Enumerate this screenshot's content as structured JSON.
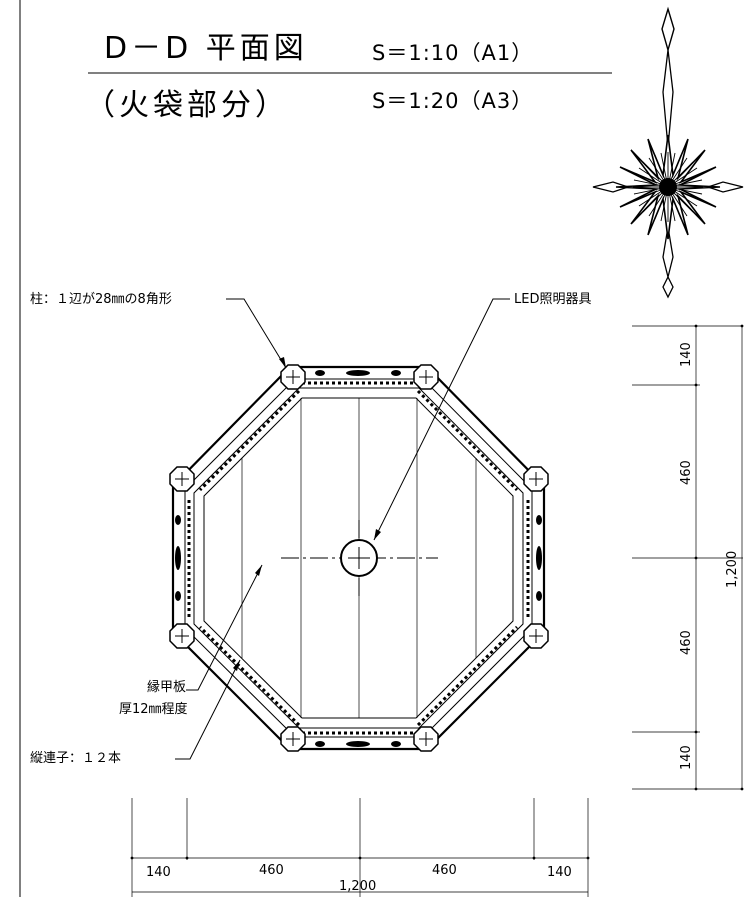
{
  "title": {
    "line1": "D－D 平面図",
    "line1_scale": "S＝1:10（A1）",
    "line2": "（火袋部分）",
    "line2_scale": "S＝1:20（A3）"
  },
  "annotations": {
    "post": "柱：１辺が28㎜の8角形",
    "led": "LED照明器具",
    "panel_line1": "縁甲板",
    "panel_line2": "厚12㎜程度",
    "stile": "縦連子：１２本"
  },
  "dimensions": {
    "right": {
      "top": "140",
      "upper": "460",
      "total": "1,200",
      "lower": "460",
      "bottom": "140"
    },
    "bottom": {
      "left": "140",
      "mid_left": "460",
      "mid_right": "460",
      "right": "140",
      "total": "1,200"
    }
  },
  "icons": {
    "north_arrow": "compass-rose-icon"
  }
}
